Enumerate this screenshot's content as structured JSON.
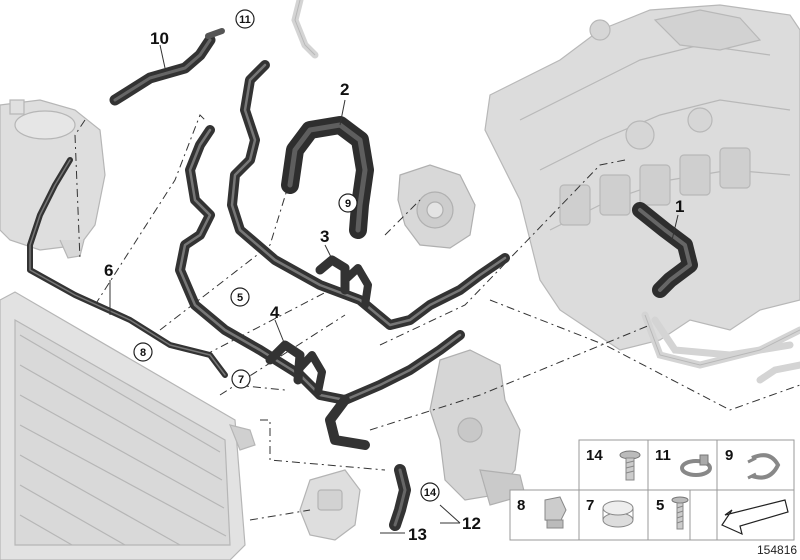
{
  "diagram_id": "154816",
  "colors": {
    "hose": "#3a3a3a",
    "hose_highlight": "#6a6a6a",
    "ghost_part": "#d0d0d0",
    "ghost_outline": "#b4b4b4",
    "leader": "#333333"
  },
  "callouts": {
    "c1": "1",
    "c2": "2",
    "c3": "3",
    "c4": "4",
    "c6": "6",
    "c10": "10",
    "c12": "12",
    "c13": "13"
  },
  "circled_callouts": {
    "c5": "5",
    "c7": "7",
    "c8": "8",
    "c9": "9",
    "c11": "11",
    "c14": "14"
  },
  "legend": {
    "top_row": [
      "14",
      "11",
      "9"
    ],
    "bottom_row": [
      "8",
      "7",
      "5"
    ],
    "top_icons": [
      "screw-icon",
      "hose-clamp-icon",
      "spring-clip-icon"
    ],
    "bottom_icons": [
      "plug-clip-icon",
      "band-clamp-icon",
      "bolt-icon",
      "direction-arrow-icon"
    ]
  }
}
